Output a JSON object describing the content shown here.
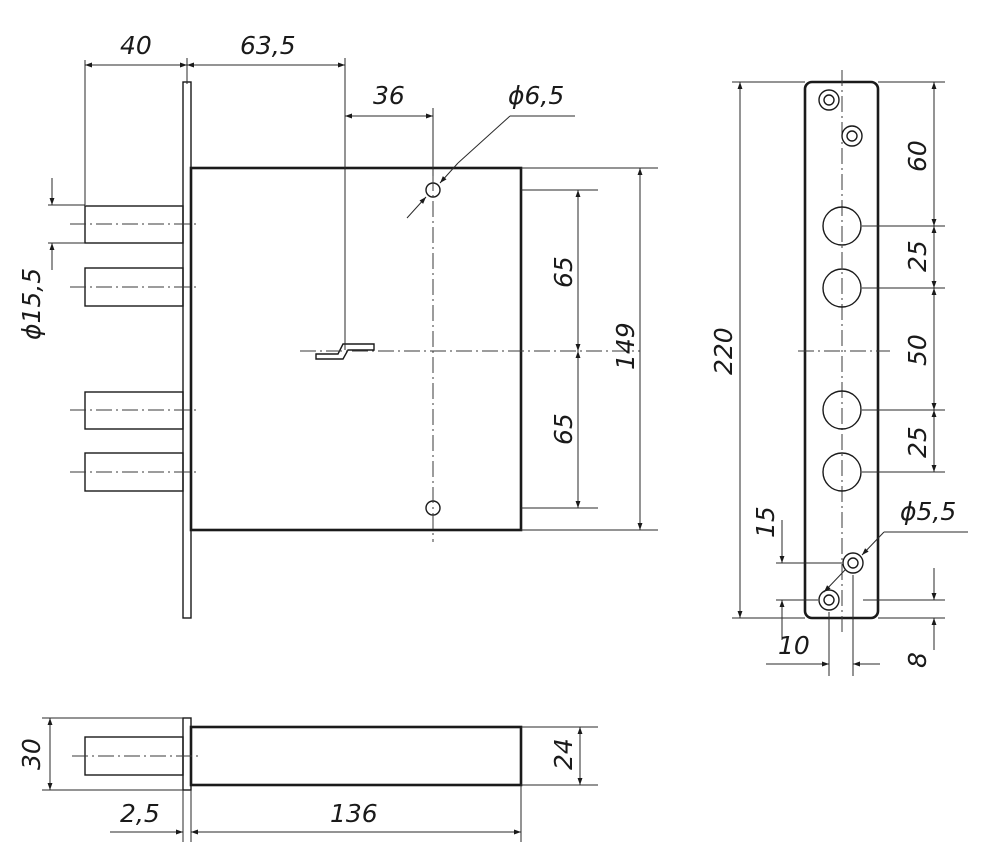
{
  "dimensions": {
    "bolt_extension": "40",
    "backset": "63,5",
    "key_offset": "36",
    "screw_hole_diameter": "ϕ6,5",
    "bolt_diameter": "ϕ15,5",
    "upper_to_key": "65",
    "key_to_lower": "65",
    "body_height": "149",
    "faceplate_length": "220",
    "top_holes_spacing": "60",
    "bolt_spacing_upper": "25",
    "bolt_center_gap": "50",
    "bolt_spacing_lower": "25",
    "bottom_hole_offset": "15",
    "faceplate_hole_diameter": "ϕ5,5",
    "faceplate_hole_inset": "10",
    "faceplate_hole_edge": "8",
    "lock_height": "30",
    "body_thickness": "24",
    "faceplate_thickness": "2,5",
    "body_depth": "136"
  }
}
